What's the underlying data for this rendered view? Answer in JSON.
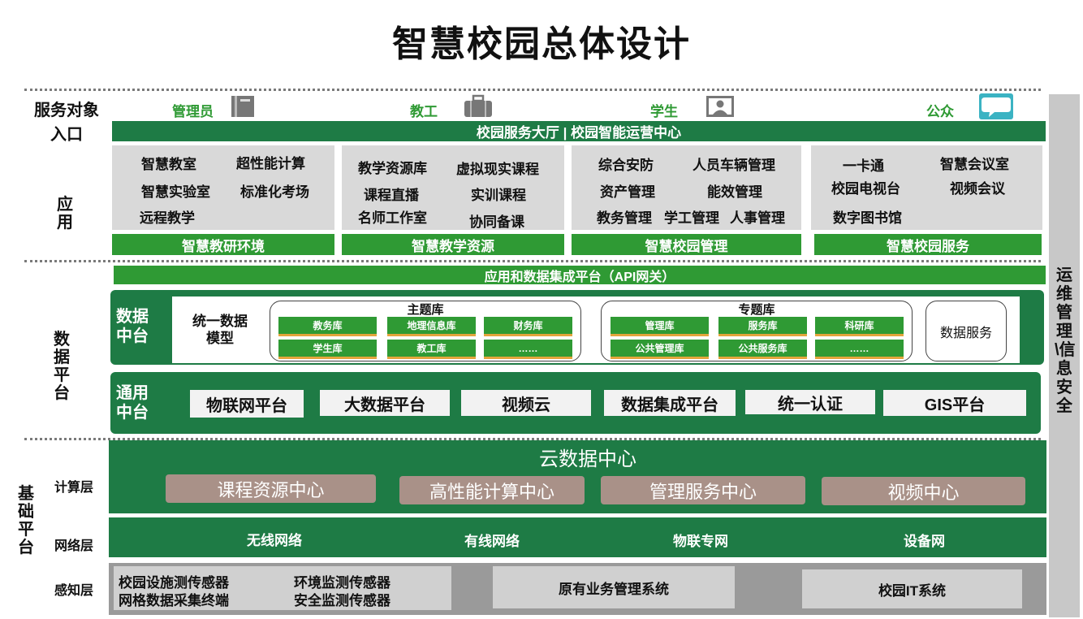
{
  "title": "智慧校园总体设计",
  "rows": {
    "service_objects": "服务对象",
    "entrance": "入口",
    "application": "应用",
    "data_platform": "数据平台",
    "base_platform": "基础平台",
    "compute_layer": "计算层",
    "network_layer": "网络层",
    "perception_layer": "感知层"
  },
  "service_objects": [
    {
      "label": "管理员",
      "icon": "book-icon"
    },
    {
      "label": "教工",
      "icon": "briefcase-icon"
    },
    {
      "label": "学生",
      "icon": "student-icon"
    },
    {
      "label": "公众",
      "icon": "speech-bubble-icon"
    }
  ],
  "entrance_bar": "校园服务大厅 | 校园智能运营中心",
  "app_groups": [
    {
      "items": [
        "智慧教室",
        "超性能计算",
        "智慧实验室",
        "标准化考场",
        "远程教学"
      ],
      "footer": "智慧教研环境"
    },
    {
      "items": [
        "教学资源库",
        "虚拟现实课程",
        "课程直播",
        "实训课程",
        "名师工作室",
        "协同备课"
      ],
      "footer": "智慧教学资源"
    },
    {
      "items": [
        "综合安防",
        "人员车辆管理",
        "资产管理",
        "能效管理",
        "教务管理",
        "学工管理",
        "人事管理"
      ],
      "footer": "智慧校园管理"
    },
    {
      "items": [
        "一卡通",
        "智慧会议室",
        "校园电视台",
        "视频会议",
        "数字图书馆"
      ],
      "footer": "智慧校园服务"
    }
  ],
  "api_bar": "应用和数据集成平台（API网关）",
  "data_middle": {
    "label": "数据中台",
    "model": "统一数据模型",
    "theme_lib": {
      "title": "主题库",
      "items": [
        "教务库",
        "地理信息库",
        "财务库",
        "学生库",
        "教工库",
        "……"
      ]
    },
    "topic_lib": {
      "title": "专题库",
      "items": [
        "管理库",
        "服务库",
        "科研库",
        "公共管理库",
        "公共服务库",
        "……"
      ]
    },
    "data_service": "数据服务"
  },
  "general_middle": {
    "label": "通用中台",
    "items": [
      "物联网平台",
      "大数据平台",
      "视频云",
      "数据集成平台",
      "统一认证",
      "GIS平台"
    ]
  },
  "cloud": {
    "title": "云数据中心",
    "centers": [
      "课程资源中心",
      "高性能计算中心",
      "管理服务中心",
      "视频中心"
    ]
  },
  "network": [
    "无线网络",
    "有线网络",
    "物联专网",
    "设备网"
  ],
  "perception": {
    "sensors": [
      "校园设施测传感器",
      "环境监测传感器",
      "网格数据采集终端",
      "安全监测传感器"
    ],
    "legacy": "原有业务管理系统",
    "it": "校园IT系统"
  },
  "sidebar": "运维管理\\信息安全",
  "colors": {
    "dark_green": "#1e7b45",
    "green": "#2f9a34",
    "gray": "#d9d9d9",
    "brown": "#a99188",
    "accent": "#e3a53c"
  }
}
